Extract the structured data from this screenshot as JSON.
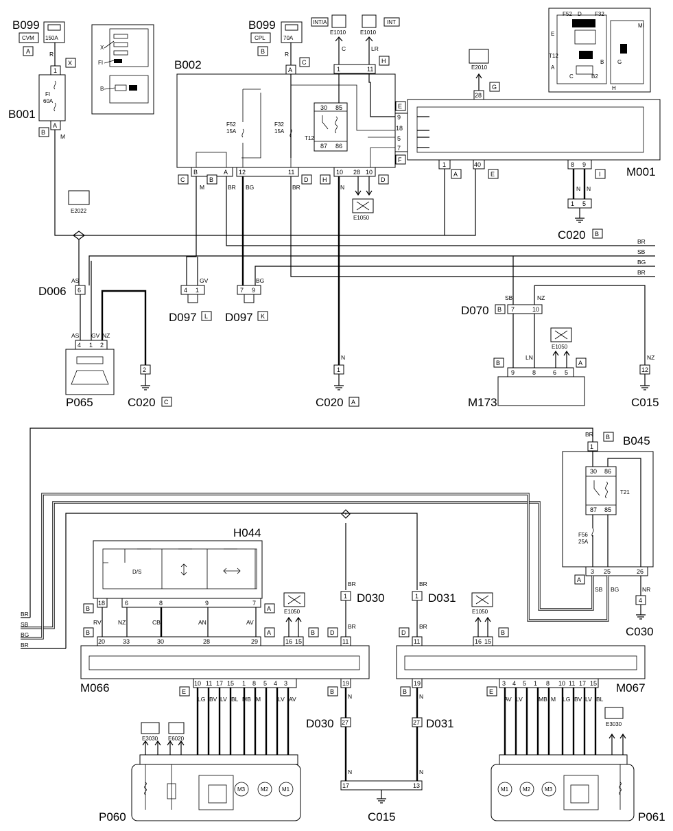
{
  "components": {
    "B099_a": "B099",
    "B099_a_sub": "CVM",
    "B099_a_fuse": "150A",
    "B099_b": "B099",
    "B099_b_sub": "CPL",
    "B099_b_fuse": "70A",
    "B001": "B001",
    "B001_fuse": "FI",
    "B001_fuse2": "60A",
    "B002": "B002",
    "F52": "F52",
    "F52_a": "15A",
    "F32": "F32",
    "F32_a": "15A",
    "T12": "T12",
    "E1010_a": "E1010",
    "E1010_a_tag": "INT/A",
    "E1010_b": "E1010",
    "E1010_b_tag": "INT",
    "E2010": "E2010",
    "E2022": "E2022",
    "E1050": "E1050",
    "E3030": "E3030",
    "E6020": "E6020",
    "M001": "M001",
    "C020": "C020",
    "D006": "D006",
    "D097": "D097",
    "D070": "D070",
    "P065": "P065",
    "M173": "M173",
    "C015": "C015",
    "B045": "B045",
    "T21": "T21",
    "F56": "F56",
    "F56_a": "25A",
    "H044": "H044",
    "DS": "D/S",
    "D030": "D030",
    "D031": "D031",
    "M066": "M066",
    "M067": "M067",
    "C030": "C030",
    "P060": "P060",
    "P061": "P061",
    "M1": "M1",
    "M2": "M2",
    "M3": "M3"
  },
  "connector_tags": {
    "A": "A",
    "B": "B",
    "C": "C",
    "D": "D",
    "E": "E",
    "F": "F",
    "G": "G",
    "H": "H",
    "I": "I",
    "K": "K",
    "L": "L",
    "X": "X"
  },
  "inset_labels": {
    "X": "X",
    "FI": "FI",
    "B": "B",
    "F52": "F52",
    "D": "D",
    "F32": "F32",
    "E": "E",
    "T12": "T12",
    "A": "A",
    "C": "C",
    "B2": "B2",
    "H": "H",
    "G": "G",
    "MI": "MI"
  },
  "wire_colors": {
    "R": "R",
    "M": "M",
    "C": "C",
    "LR": "LR",
    "BR": "BR",
    "BG": "BG",
    "N": "N",
    "GV": "GV",
    "AS": "AS",
    "NZ": "NZ",
    "SB": "SB",
    "LN": "LN",
    "RV": "RV",
    "CB": "CB",
    "AN": "AN",
    "AV": "AV",
    "NR": "NR",
    "LG": "LG",
    "BV": "BV",
    "LV": "LV",
    "BL": "BL",
    "MB": "MB"
  },
  "pins": {
    "p1": "1",
    "p2": "2",
    "p3": "3",
    "p4": "4",
    "p5": "5",
    "p6": "6",
    "p7": "7",
    "p8": "8",
    "p9": "9",
    "p10": "10",
    "p11": "11",
    "p12": "12",
    "p13": "13",
    "p15": "15",
    "p16": "16",
    "p17": "17",
    "p18": "18",
    "p19": "19",
    "p20": "20",
    "p25": "25",
    "p26": "26",
    "p27": "27",
    "p28": "28",
    "p29": "29",
    "p30": "30",
    "p33": "33",
    "p40": "40",
    "p85": "85",
    "p86": "86",
    "p87": "87",
    "pA": "A"
  }
}
